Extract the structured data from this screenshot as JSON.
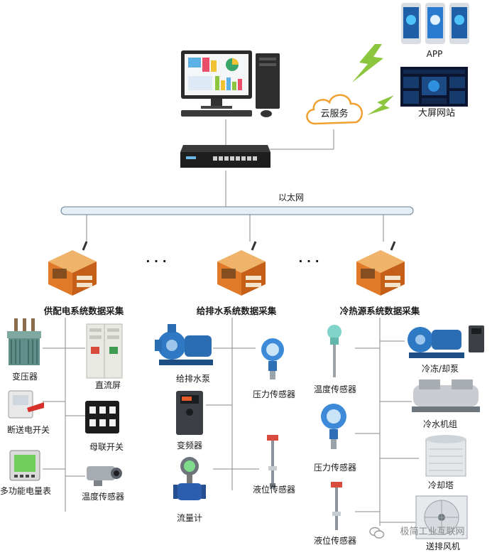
{
  "top": {
    "app_label": "APP",
    "bigscreen_label": "大屏网站",
    "cloud_label": "云服务",
    "ethernet_label": "以太网",
    "ellipsis_left": "· · ·",
    "ellipsis_right": "· · ·"
  },
  "groups": {
    "power": {
      "title": "供配电系统数据采集",
      "items": [
        "变压器",
        "断送电开关",
        "多功能电量表",
        "直流屏",
        "母联开关",
        "温度传感器"
      ]
    },
    "water": {
      "title": "给排水系统数据采集",
      "items": [
        "给排水泵",
        "变频器",
        "流量计",
        "压力传感器",
        "液位传感器"
      ]
    },
    "cold": {
      "title": "冷热源系统数据采集",
      "items": [
        "温度传感器",
        "压力传感器",
        "液位传感器",
        "冷冻/却泵",
        "冷水机组",
        "冷却塔",
        "送排风机"
      ]
    }
  },
  "watermark": "极简工业互联网",
  "colors": {
    "accent_green": "#8cc63e",
    "cloud_orange": "#f0a030",
    "gateway_orange": "#e07a28",
    "pump_blue": "#2f78c4"
  }
}
